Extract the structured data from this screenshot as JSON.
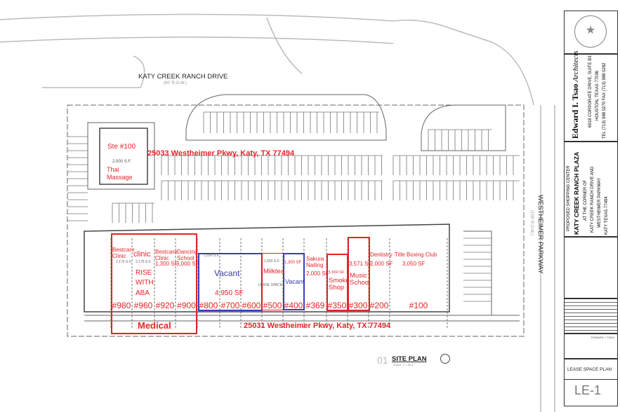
{
  "roads": {
    "top_name": "KATY CREEK RANCH DRIVE",
    "top_row": "(60' R.O.W.)",
    "right_name": "WESTHEIMER PARKWAY",
    "right_row": "(100' R.O.W.)"
  },
  "pad_building": {
    "suite": "Ste #100",
    "area": "2,000 S.F.",
    "tenant_line1": "Thai",
    "tenant_line2": "Massage",
    "address": "25033 Westheimer Pkwy, Katy, TX 77494"
  },
  "main_building": {
    "address": "25031 Westheimer Pkwy, Katy, TX 77494",
    "medical_label": "Medical",
    "vacant_label": "Vacant",
    "vacant_area": "4,950 SF",
    "units": [
      {
        "no": "#980",
        "tenant": "Bestcare Clinic",
        "area": "2,175 S.F."
      },
      {
        "no": "#960",
        "tenant": "clinic",
        "area": "2,175 S.F.",
        "extra": [
          "RISE",
          "WITH",
          "ABA"
        ]
      },
      {
        "no": "#920",
        "tenant": "Bestcare Clinic",
        "area": "1,300 SF"
      },
      {
        "no": "#900",
        "tenant": "Dancing School",
        "area": "3,000 SF"
      },
      {
        "no": "#800",
        "tenant": "",
        "area": "1,650 S.F."
      },
      {
        "no": "#700",
        "tenant": "",
        "area": ""
      },
      {
        "no": "#600",
        "tenant": "",
        "area": ""
      },
      {
        "no": "#500",
        "tenant": "Milktea",
        "area": "1,650 S.F.",
        "extra": [
          "LEASE SPACE"
        ]
      },
      {
        "no": "#400",
        "tenant": "Vacant",
        "area": "1,300 SF"
      },
      {
        "no": "#369",
        "tenant": "Sakura Nailing",
        "area": "2,000 SF"
      },
      {
        "no": "#350",
        "tenant": "Smoke Shop",
        "area": "1,650 SF"
      },
      {
        "no": "#300",
        "tenant": "Music School",
        "area": "3,571 SF"
      },
      {
        "no": "#200",
        "tenant": "Dentistry",
        "area": "2,000 SF"
      },
      {
        "no": "#100",
        "tenant": "Title Boxing Club",
        "area": "3,050 SF"
      }
    ]
  },
  "drawing": {
    "number": "01",
    "title": "SITE PLAN",
    "scale": "SCALE: 1\" = 30'-0\""
  },
  "title_block": {
    "architect": "Edward I. Tsao",
    "architect_suffix": "Architects",
    "address1": "6918 CORPORATE DRIVE, SUITE B3",
    "address2": "HOUSTON, TEXAS 77036",
    "phone": "TEL (713) 988 0270  FAX (713) 988 0282",
    "project_line1": "PROPOSED SHOPPING CENTER",
    "project_name": "KATY CREEK RANCH PLAZA",
    "project_line3": "AT THE CORNER OF",
    "project_line4": "KATY CREEK RANCH DRIVE AND",
    "project_line5": "WESTHEIMER PARKWAY",
    "project_line6": "KATY    TEXAS 77494",
    "drawn_by": "EDWARD I. TSAO",
    "sheet_title": "LEASE SPACE PLAN",
    "sheet_no": "LE-1"
  },
  "colors": {
    "tenant_red": "#e8232a",
    "vacant_blue": "#3a3ab8",
    "line": "#555555"
  }
}
